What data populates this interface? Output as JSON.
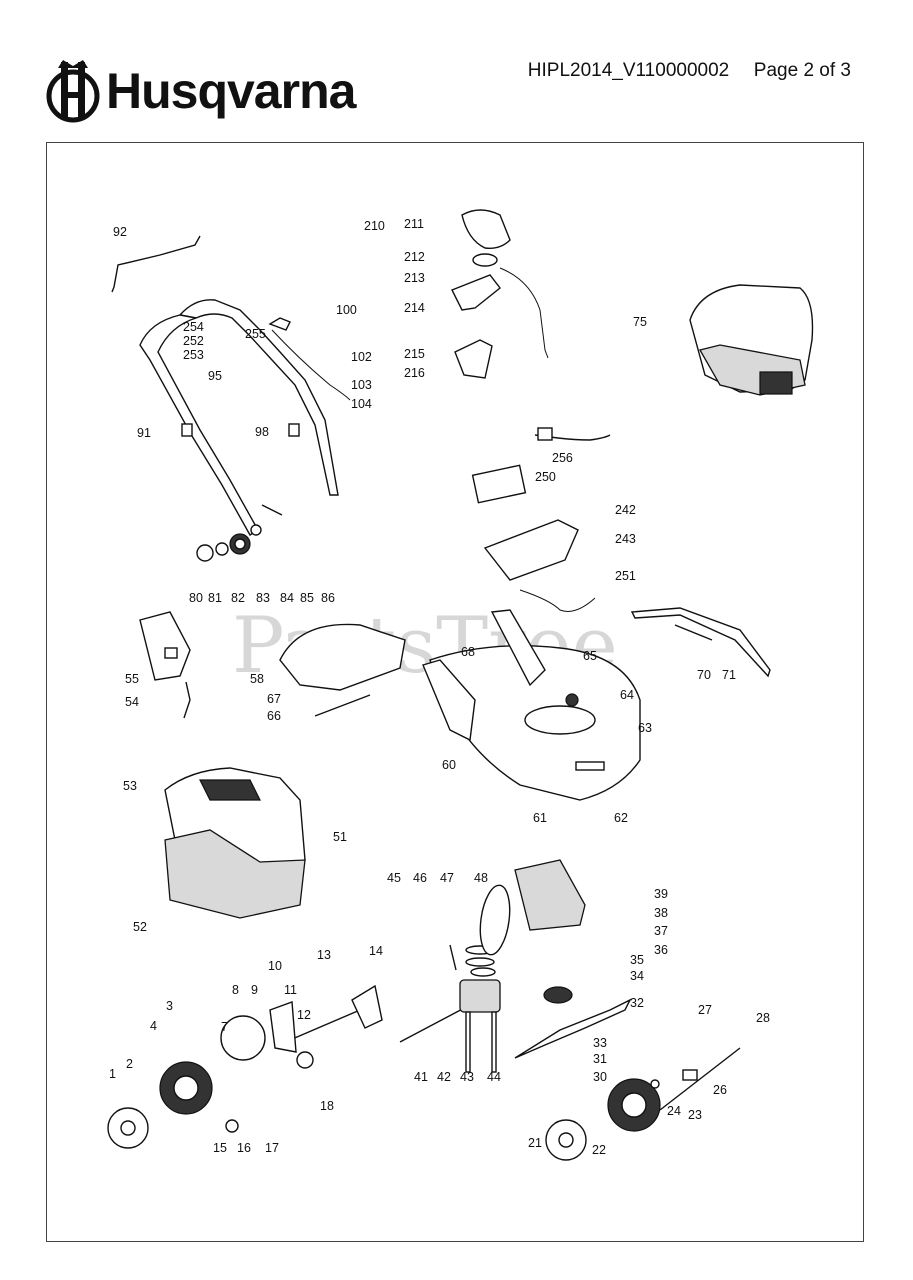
{
  "brand": {
    "name": "Husqvarna",
    "icon": "crowned-h-logo-icon"
  },
  "header": {
    "doc_ref": "HIPL2014_V110000002",
    "page": "Page 2 of 3"
  },
  "watermark": "PartsTree",
  "callouts": [
    {
      "n": "92"
    },
    {
      "n": "210"
    },
    {
      "n": "211"
    },
    {
      "n": "212"
    },
    {
      "n": "213"
    },
    {
      "n": "214"
    },
    {
      "n": "215"
    },
    {
      "n": "216"
    },
    {
      "n": "100"
    },
    {
      "n": "102"
    },
    {
      "n": "103"
    },
    {
      "n": "104"
    },
    {
      "n": "254"
    },
    {
      "n": "252"
    },
    {
      "n": "253"
    },
    {
      "n": "255"
    },
    {
      "n": "95"
    },
    {
      "n": "91"
    },
    {
      "n": "98"
    },
    {
      "n": "75"
    },
    {
      "n": "256"
    },
    {
      "n": "250"
    },
    {
      "n": "242"
    },
    {
      "n": "243"
    },
    {
      "n": "251"
    },
    {
      "n": "80"
    },
    {
      "n": "81"
    },
    {
      "n": "82"
    },
    {
      "n": "83"
    },
    {
      "n": "84"
    },
    {
      "n": "85"
    },
    {
      "n": "86"
    },
    {
      "n": "55"
    },
    {
      "n": "54"
    },
    {
      "n": "58"
    },
    {
      "n": "67"
    },
    {
      "n": "66"
    },
    {
      "n": "68"
    },
    {
      "n": "65"
    },
    {
      "n": "64"
    },
    {
      "n": "63"
    },
    {
      "n": "60"
    },
    {
      "n": "61"
    },
    {
      "n": "62"
    },
    {
      "n": "70"
    },
    {
      "n": "71"
    },
    {
      "n": "53"
    },
    {
      "n": "51"
    },
    {
      "n": "52"
    },
    {
      "n": "45"
    },
    {
      "n": "46"
    },
    {
      "n": "47"
    },
    {
      "n": "48"
    },
    {
      "n": "39"
    },
    {
      "n": "38"
    },
    {
      "n": "37"
    },
    {
      "n": "36"
    },
    {
      "n": "35"
    },
    {
      "n": "34"
    },
    {
      "n": "32"
    },
    {
      "n": "33"
    },
    {
      "n": "31"
    },
    {
      "n": "30"
    },
    {
      "n": "27"
    },
    {
      "n": "28"
    },
    {
      "n": "26"
    },
    {
      "n": "24"
    },
    {
      "n": "23"
    },
    {
      "n": "21"
    },
    {
      "n": "22"
    },
    {
      "n": "41"
    },
    {
      "n": "42"
    },
    {
      "n": "43"
    },
    {
      "n": "44"
    },
    {
      "n": "14"
    },
    {
      "n": "13"
    },
    {
      "n": "10"
    },
    {
      "n": "8"
    },
    {
      "n": "9"
    },
    {
      "n": "11"
    },
    {
      "n": "12"
    },
    {
      "n": "7"
    },
    {
      "n": "18"
    },
    {
      "n": "3"
    },
    {
      "n": "4"
    },
    {
      "n": "2"
    },
    {
      "n": "1"
    },
    {
      "n": "15"
    },
    {
      "n": "16"
    },
    {
      "n": "17"
    }
  ]
}
